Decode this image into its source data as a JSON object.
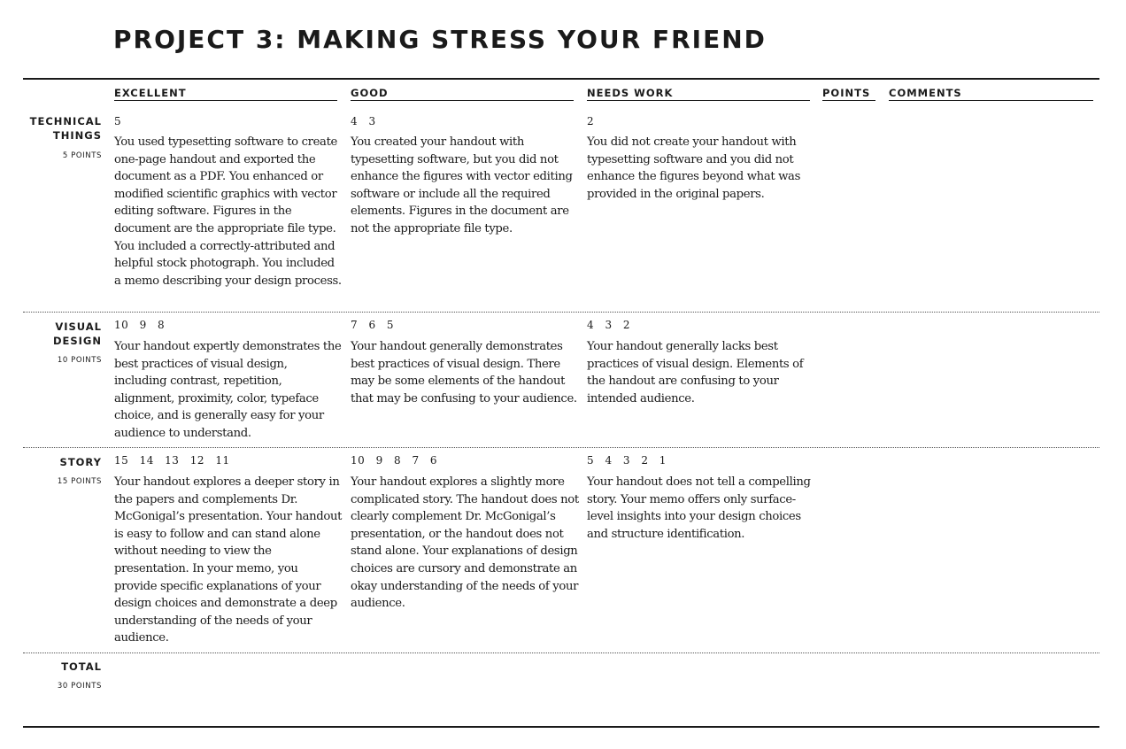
{
  "title": "PROJECT 3: MAKING STRESS YOUR FRIEND",
  "columns": {
    "excellent": "EXCELLENT",
    "good": "GOOD",
    "needs_work": "NEEDS WORK",
    "points": "POINTS",
    "comments": "COMMENTS"
  },
  "rows": [
    {
      "label": "TECHNICAL THINGS",
      "points": "5 POINTS",
      "excellent_scores": "5",
      "excellent_text": "You used typesetting software to create one-page handout and exported the document as a PDF. You enhanced or modified scientific graphics with vector editing software. Figures in the document are the appropriate file type. You included a correctly-attributed and helpful stock photograph. You included a memo describing your design process.",
      "good_scores": "4 3",
      "good_text": "You created your handout with typesetting software, but you did not enhance the figures with vector editing software or include all the required elements. Figures in the document are not the appropriate file type.",
      "needs_scores": "2",
      "needs_text": "You did not create your handout with typesetting software and you did not enhance the figures beyond what was provided in the original papers."
    },
    {
      "label": "VISUAL DESIGN",
      "points": "10 POINTS",
      "excellent_scores": "10 9 8",
      "excellent_text": "Your handout expertly demonstrates the best practices of visual design, including contrast, repetition, alignment, proximity, color, typeface choice, and is generally easy for your audience to understand.",
      "good_scores": "7 6 5",
      "good_text": "Your handout generally demonstrates best practices of visual design. There may be some elements of the handout that may be confusing to your audience.",
      "needs_scores": "4 3 2",
      "needs_text": "Your handout generally lacks best practices of visual design. Elements of the handout are confusing to your intended audience."
    },
    {
      "label": "STORY",
      "points": "15 POINTS",
      "excellent_scores": "15 14 13 12 11",
      "excellent_text": "Your handout explores a deeper story in the papers and complements Dr. McGonigal’s presentation. Your handout is easy to follow and can stand alone without needing to view the presentation. In your memo, you provide specific explanations of your design choices and demonstrate a deep understanding of the needs of your audience.",
      "good_scores": "10 9 8 7 6",
      "good_text": "Your handout explores a slightly more complicated story. The handout does not clearly complement Dr. McGonigal’s presentation, or the handout does not stand alone. Your explanations of design choices are cursory and demonstrate an okay understanding of the needs of your audience.",
      "needs_scores": "5 4 3 2 1",
      "needs_text": "Your handout does not tell a compelling story. Your memo offers only surface-level insights into your design choices and structure identification."
    }
  ],
  "total": {
    "label": "TOTAL",
    "points": "30 POINTS"
  }
}
